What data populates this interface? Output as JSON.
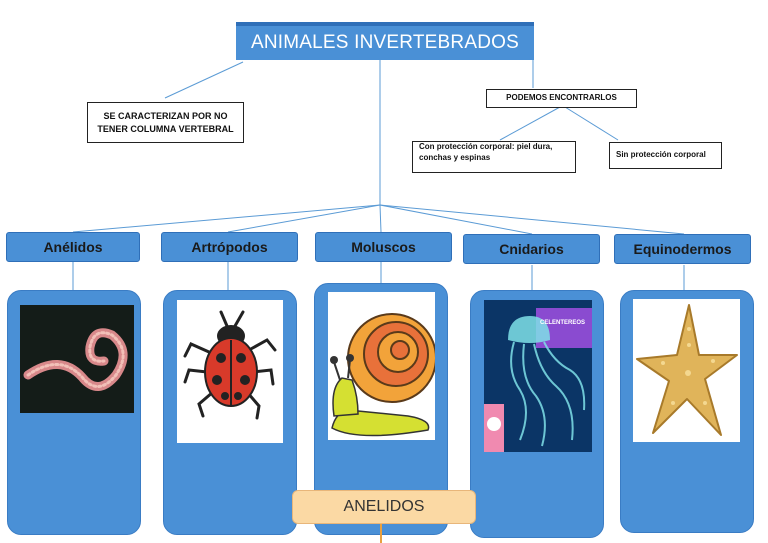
{
  "title": "ANIMALES INVERTEBRADOS",
  "note_left": {
    "line1": "SE CARACTERIZAN POR NO",
    "line2": "TENER COLUMNA VERTEBRAL"
  },
  "note_right": "PODEMOS ENCONTRARLOS",
  "protection_with": {
    "line1": "Con protección corporal: piel dura,",
    "line2": "conchas y espinas"
  },
  "protection_without": "Sin protección corporal",
  "categories": [
    {
      "label": "Anélidos",
      "icon": "worm-icon"
    },
    {
      "label": "Artrópodos",
      "icon": "ladybug-icon"
    },
    {
      "label": "Moluscos",
      "icon": "snail-icon"
    },
    {
      "label": "Cnidarios",
      "icon": "jellyfish-icon"
    },
    {
      "label": "Equinodermos",
      "icon": "starfish-icon"
    }
  ],
  "jellyfish_tag": "CELENTEREOS",
  "bottom_label": "ANELIDOS",
  "colors": {
    "box_blue": "#4a90d6",
    "line_blue": "#5b9bd5",
    "bottom_box": "#fbd9a4"
  }
}
